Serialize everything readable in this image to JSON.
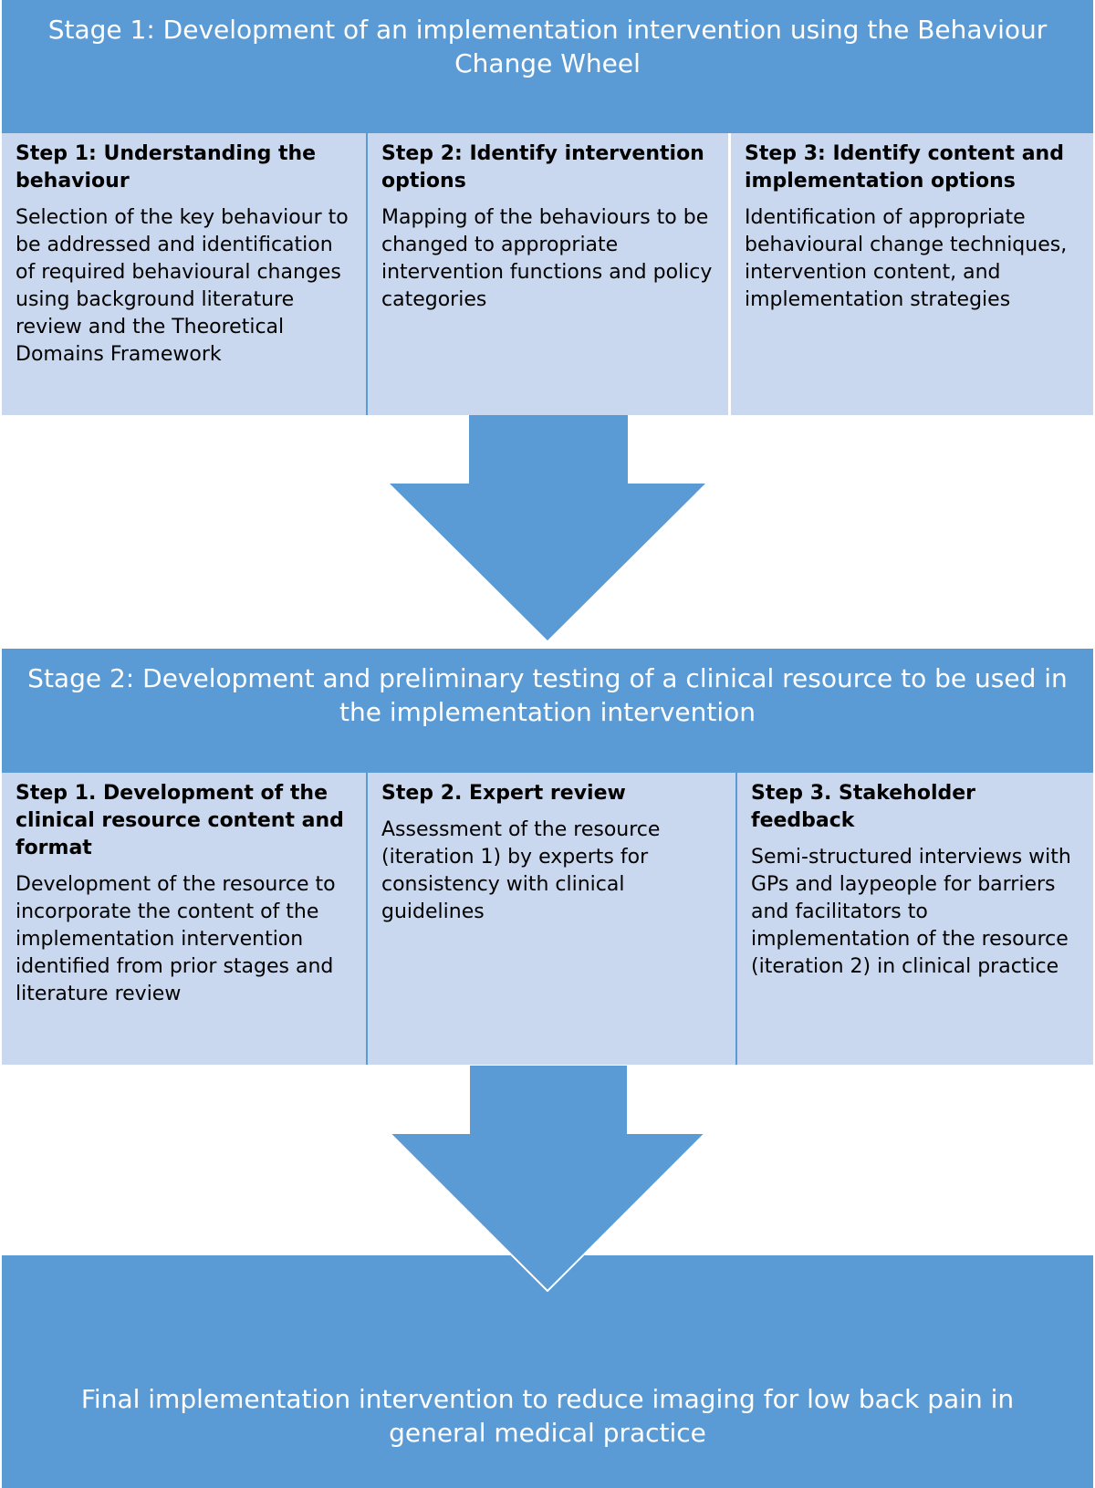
{
  "stage1": {
    "title": "Stage 1: Development of an implementation intervention using the Behaviour Change Wheel",
    "steps": [
      {
        "title": "Step 1: Understanding the behaviour",
        "desc": "Selection of the key behaviour to be addressed and identification of required behavioural changes using background literature review and the Theoretical Domains Framework"
      },
      {
        "title": "Step 2: Identify intervention options",
        "desc": "Mapping of the behaviours to be changed to appropriate intervention functions and policy categories"
      },
      {
        "title": "Step 3: Identify content and implementation options",
        "desc": "Identification of appropriate behavioural change techniques, intervention content, and implementation strategies"
      }
    ]
  },
  "stage2": {
    "title": "Stage 2: Development and preliminary testing of a clinical resource to be used in the implementation intervention",
    "steps": [
      {
        "title": "Step 1. Development of the clinical resource content and format",
        "desc": "Development of the resource to incorporate the content of the implementation intervention identified from prior stages and literature review"
      },
      {
        "title": "Step 2. Expert review",
        "desc": "Assessment of the resource (iteration 1) by experts for consistency with clinical guidelines"
      },
      {
        "title": "Step 3. Stakeholder feedback",
        "desc": "Semi-structured interviews with GPs and laypeople for barriers and facilitators to implementation of the resource (iteration 2) in clinical practice"
      }
    ]
  },
  "final": {
    "text": "Final implementation intervention to reduce imaging for low back pain in general medical practice"
  },
  "colors": {
    "header": "#5b9bd5",
    "step_box": "#c9d8ee",
    "arrow": "#5b9bd5"
  }
}
